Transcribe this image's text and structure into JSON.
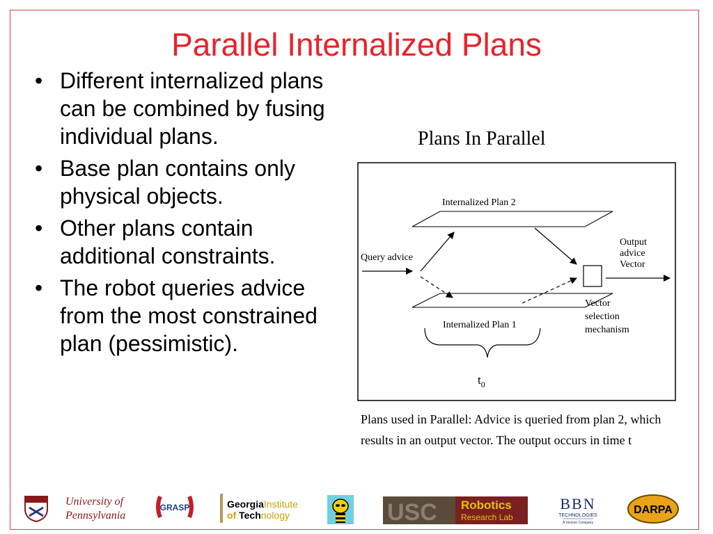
{
  "slide": {
    "title": "Parallel Internalized Plans",
    "bullets": [
      "Different internalized plans can be combined by fusing individual plans.",
      "Base plan contains only physical objects.",
      "Other plans contain additional constraints.",
      "The robot queries advice from the most constrained plan (pessimistic)."
    ],
    "bullet_symbol": "•"
  },
  "figure": {
    "title": "Plans In Parallel",
    "labels": {
      "plan2": "Internalized Plan 2",
      "plan1": "Internalized Plan 1",
      "query": "Query advice",
      "output_lines": [
        "Output",
        "advice",
        "Vector"
      ],
      "vector_lines": [
        "Vector",
        "selection",
        "mechanism"
      ],
      "t0": "t"
    },
    "caption": "Plans used in Parallel: Advice is queried from plan 2, which results in an output vector. The output occurs in time t"
  },
  "footer": {
    "penn_line1": "University of",
    "penn_line2": "Pennsylvania",
    "grasp": "GRASP",
    "gatech_line1a": "Georgia",
    "gatech_line1b": "Institute",
    "gatech_line2a": "of ",
    "gatech_line2b": "Tech",
    "gatech_line2c": "nology",
    "usc": "USC",
    "robotics_line1": "Robotics",
    "robotics_line2": "Research Lab",
    "bbn": "BBN",
    "bbn_sub": "TECHNOLOGIES",
    "bbn_sub2": "A Verizon Company",
    "darpa": "DARPA"
  },
  "colors": {
    "title": "#e8232b",
    "frame": "#d9444c",
    "penn_red": "#8a1a1a",
    "darpa_gold": "#e8a317"
  }
}
